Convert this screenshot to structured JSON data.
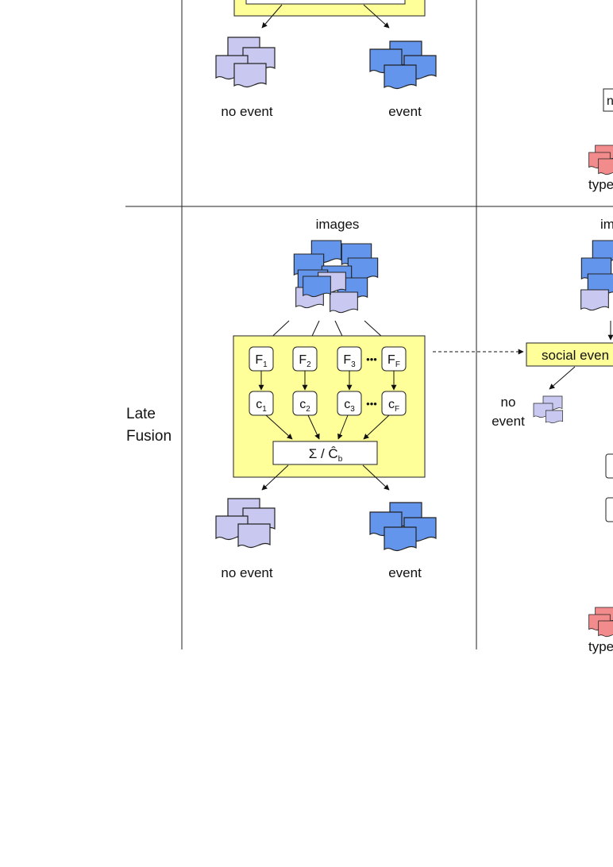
{
  "top_panel": {
    "left_column": {
      "no_event_label": "no event",
      "event_label": "event"
    },
    "right_column": {
      "box_partial_text": "n",
      "type_partial_text": "type"
    }
  },
  "late_fusion_row": {
    "row_label_line1": "Late",
    "row_label_line2": "Fusion",
    "left_column": {
      "input_label": "images",
      "feature_nodes": [
        "F1",
        "F2",
        "F3",
        "FF"
      ],
      "classifier_nodes": [
        "c1",
        "c2",
        "c3",
        "cF"
      ],
      "ellipsis": "•••",
      "fusion_label": "Σ / Ĉb",
      "no_event_label": "no event",
      "event_label": "event"
    },
    "right_column": {
      "input_label_partial": "im",
      "social_event_box_partial": "social even",
      "no_event_line1": "no",
      "no_event_line2": "event",
      "type_partial_text": "type"
    }
  },
  "colors": {
    "yellow_box": "#FFFF99",
    "event_blue": "#6495ED",
    "no_event_lavender": "#C8C8F0",
    "type_pink": "#F28B8B",
    "line": "#111111"
  }
}
